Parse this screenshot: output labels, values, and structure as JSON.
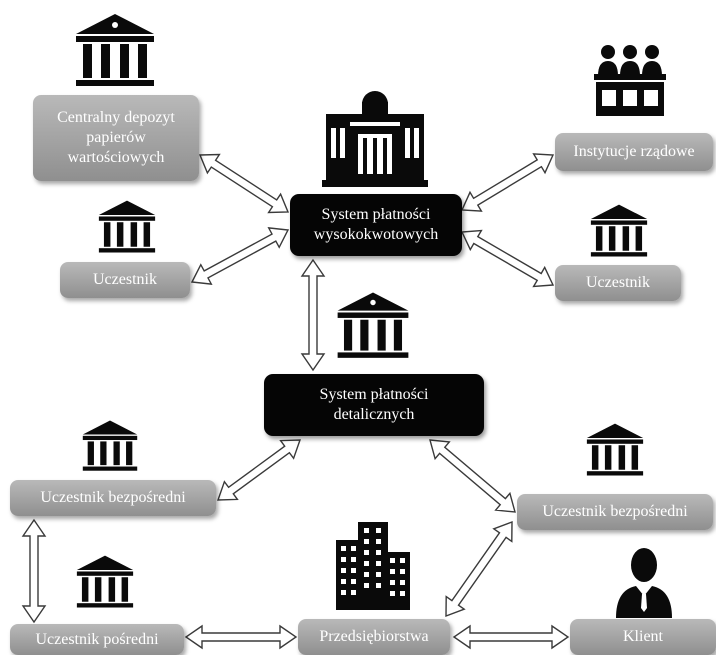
{
  "nodes": {
    "central_depository": "Centralny depozyt papierów wartościowych",
    "participant_left": "Uczestnik",
    "government": "Instytucje rządowe",
    "participant_right": "Uczestnik",
    "rtgs": "System płatności wysokokwotowych",
    "retail": "System płatności detalicznych",
    "direct_left": "Uczestnik bezpośredni",
    "direct_right": "Uczestnik bezpośredni",
    "indirect": "Uczestnik pośredni",
    "enterprises": "Przedsiębiorstwa",
    "client": "Klient"
  },
  "icons": [
    "bank-icon",
    "government-building-icon",
    "officials-icon",
    "office-building-icon",
    "person-icon"
  ],
  "colors": {
    "gray_box": "#a3a3a3",
    "black_box": "#050505",
    "icon": "#0a0a0a"
  }
}
